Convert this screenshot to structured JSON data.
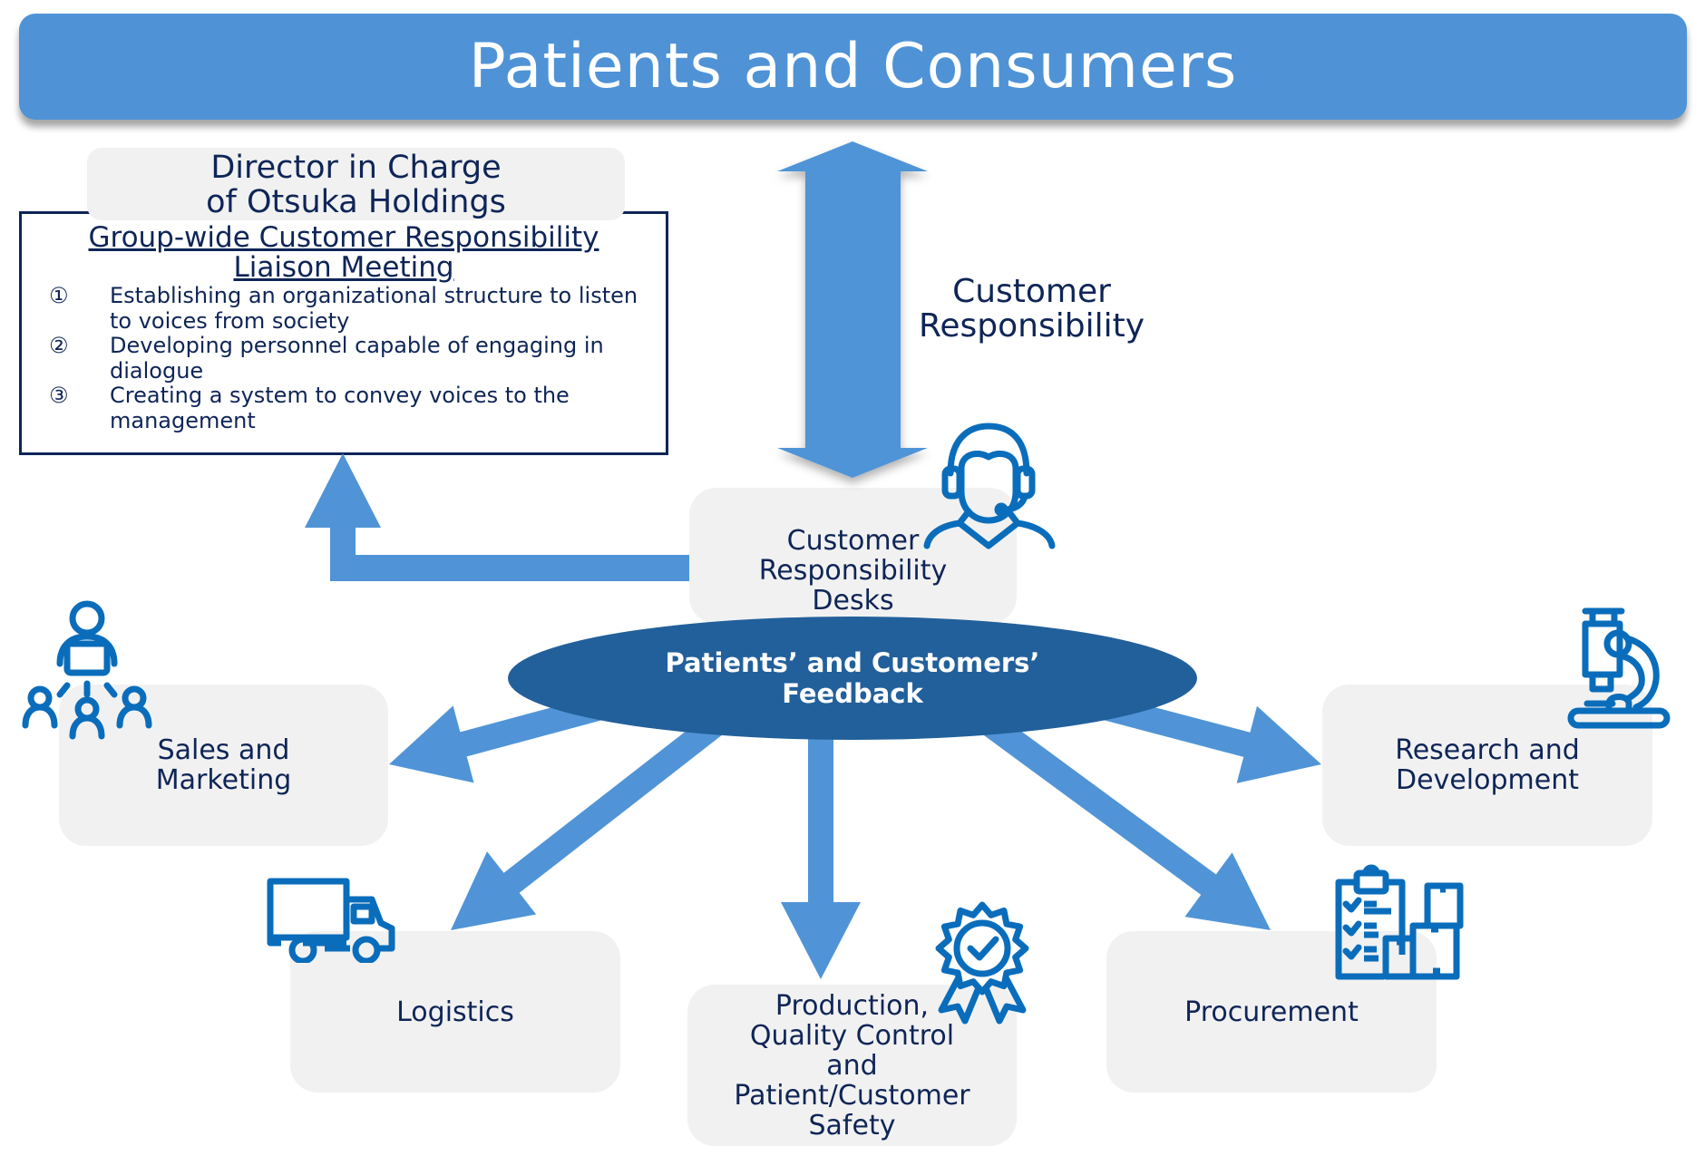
{
  "header": {
    "title": "Patients and Consumers"
  },
  "director": {
    "line1": "Director in Charge",
    "line2": "of Otsuka Holdings"
  },
  "meeting": {
    "title_line1": "Group-wide Customer Responsibility",
    "title_line2": "Liaison Meeting",
    "items": [
      {
        "num": "①",
        "text": "Establishing an organizational structure to listen to voices from society"
      },
      {
        "num": "②",
        "text": "Developing personnel capable of engaging in dialogue"
      },
      {
        "num": "③",
        "text": "Creating a system to convey voices to the management"
      }
    ]
  },
  "central_arrow_label": {
    "line1": "Customer",
    "line2": "Responsibility"
  },
  "desks": {
    "line1": "Customer",
    "line2": "Responsibility",
    "line3": "Desks"
  },
  "feedback": {
    "line1": "Patients’ and Customers’",
    "line2": "Feedback"
  },
  "departments": {
    "sales": {
      "line1": "Sales and",
      "line2": "Marketing",
      "icon": "team-presenter-icon"
    },
    "rnd": {
      "line1": "Research and",
      "line2": "Development",
      "icon": "microscope-icon"
    },
    "logistics": {
      "line1": "Logistics",
      "icon": "delivery-truck-icon"
    },
    "production": {
      "line1": "Production,",
      "line2": "Quality Control",
      "line3": "and",
      "line4": "Patient/Customer",
      "line5": "Safety",
      "icon": "quality-badge-icon"
    },
    "procurement": {
      "line1": "Procurement",
      "icon": "checklist-boxes-icon"
    }
  },
  "colors": {
    "banner": "#4f93d6",
    "arrow": "#5094d7",
    "ellipse": "#22609b",
    "box": "#f1f1f1",
    "text": "#0f2557",
    "icon": "#0a6dbb"
  }
}
